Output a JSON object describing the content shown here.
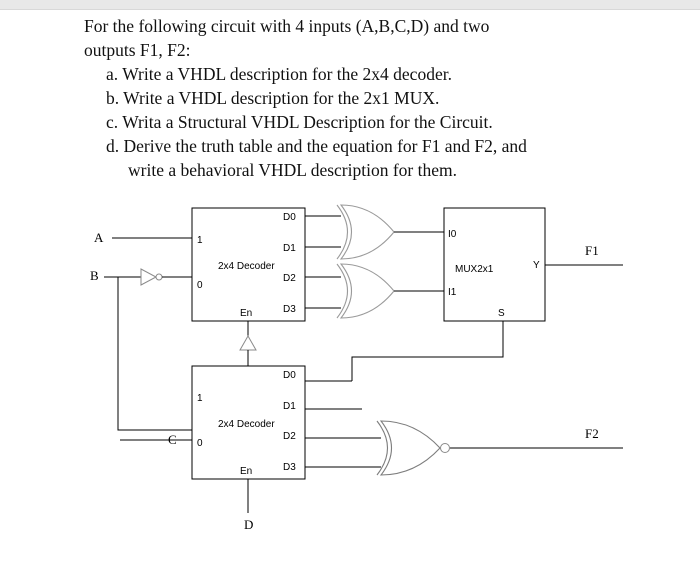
{
  "question": {
    "lines": [
      {
        "text": "For the following circuit with 4 inputs (A,B,C,D) and two",
        "indent": 0
      },
      {
        "text": "outputs F1, F2:",
        "indent": 0
      },
      {
        "text": "a. Write a VHDL description for the 2x4 decoder.",
        "indent": 1
      },
      {
        "text": "b. Write a VHDL description for the 2x1 MUX.",
        "indent": 1
      },
      {
        "text": "c. Writa a Structural VHDL Description for the Circuit.",
        "indent": 1
      },
      {
        "text": "d. Derive the truth table and the equation for F1 and F2, and",
        "indent": 1
      },
      {
        "text": "write a behavioral VHDL description for them.",
        "indent": 2
      }
    ]
  },
  "circuit": {
    "inputs": {
      "a": "A",
      "b": "B",
      "c": "C",
      "d": "D"
    },
    "outputs": {
      "f1": "F1",
      "f2": "F2"
    },
    "decoder_top": {
      "title": "2x4 Decoder",
      "in_hi": "1",
      "in_lo": "0",
      "enable": "En",
      "out0": "D0",
      "out1": "D1",
      "out2": "D2",
      "out3": "D3"
    },
    "decoder_bottom": {
      "title": "2x4 Decoder",
      "in_hi": "1",
      "in_lo": "0",
      "enable": "En",
      "out0": "D0",
      "out1": "D1",
      "out2": "D2",
      "out3": "D3"
    },
    "mux": {
      "title": "MUX2x1",
      "in0": "I0",
      "in1": "I1",
      "sel": "S",
      "out": "Y"
    }
  }
}
